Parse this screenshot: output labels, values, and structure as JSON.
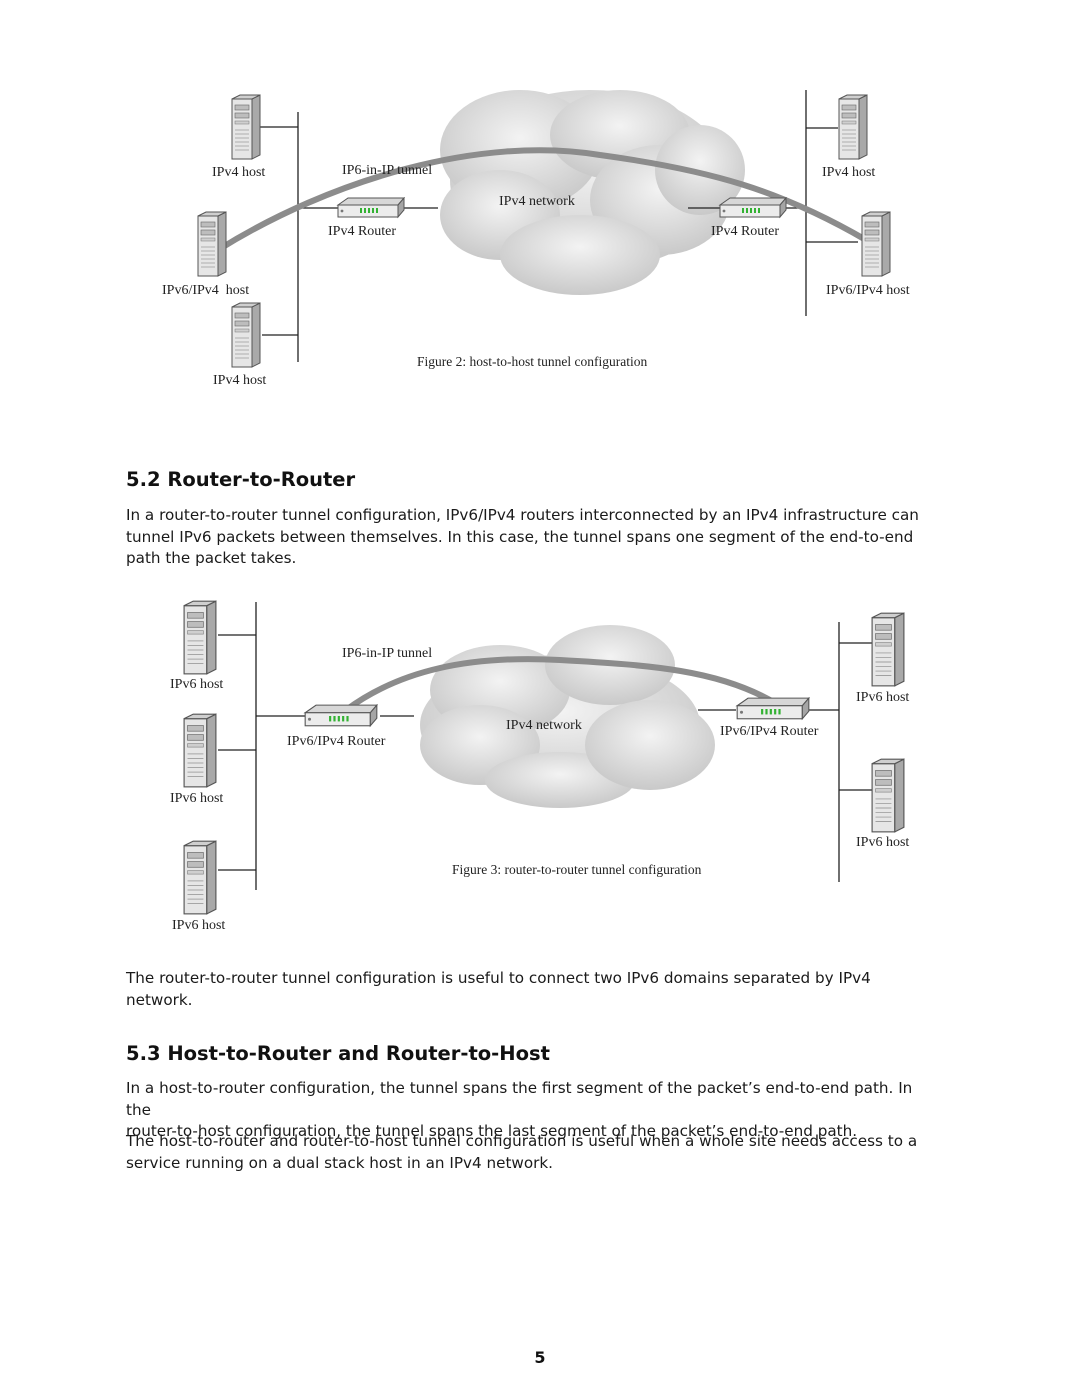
{
  "figure2": {
    "caption": "Figure 2: host-to-host tunnel configuration",
    "labels": {
      "left_top_host": "IPv4 host",
      "left_mid_host": "IPv6/IPv4  host",
      "left_bottom_host": "IPv4 host",
      "tunnel": "IP6-in-IP tunnel",
      "network": "IPv4 network",
      "left_router": "IPv4 Router",
      "right_router": "IPv4 Router",
      "right_top_host": "IPv4 host",
      "right_mid_host": "IPv6/IPv4 host"
    }
  },
  "section_5_2": {
    "heading": "5.2 Router-to-Router",
    "paragraph_lines": [
      "In a router-to-router tunnel configuration, IPv6/IPv4 routers interconnected by an IPv4 infrastructure can",
      "tunnel IPv6 packets between themselves. In this case, the tunnel spans one segment of the end-to-end",
      "path the packet takes."
    ]
  },
  "figure3": {
    "caption": "Figure 3: router-to-router tunnel configuration",
    "labels": {
      "left_host_1": "IPv6 host",
      "left_host_2": "IPv6 host",
      "left_host_3": "IPv6 host",
      "tunnel": "IP6-in-IP tunnel",
      "network": "IPv4 network",
      "left_router": "IPv6/IPv4 Router",
      "right_router": "IPv6/IPv4 Router",
      "right_host_1": "IPv6 host",
      "right_host_2": "IPv6 host"
    }
  },
  "after_figure3": {
    "paragraph_lines": [
      "The router-to-router tunnel configuration is useful to connect two IPv6 domains separated by IPv4",
      "network."
    ]
  },
  "section_5_3": {
    "heading": "5.3 Host-to-Router and Router-to-Host",
    "paragraph1_lines": [
      "In a host-to-router configuration, the tunnel spans the first segment of the packet’s end-to-end path. In the",
      "router-to-host configuration, the tunnel spans the last segment of the packet’s end-to-end path."
    ],
    "paragraph2_lines": [
      "The host-to-router and router-to-host tunnel configuration is useful when a whole site needs access to a",
      "service running on a dual stack host in an IPv4 network."
    ]
  },
  "page_number": "5"
}
